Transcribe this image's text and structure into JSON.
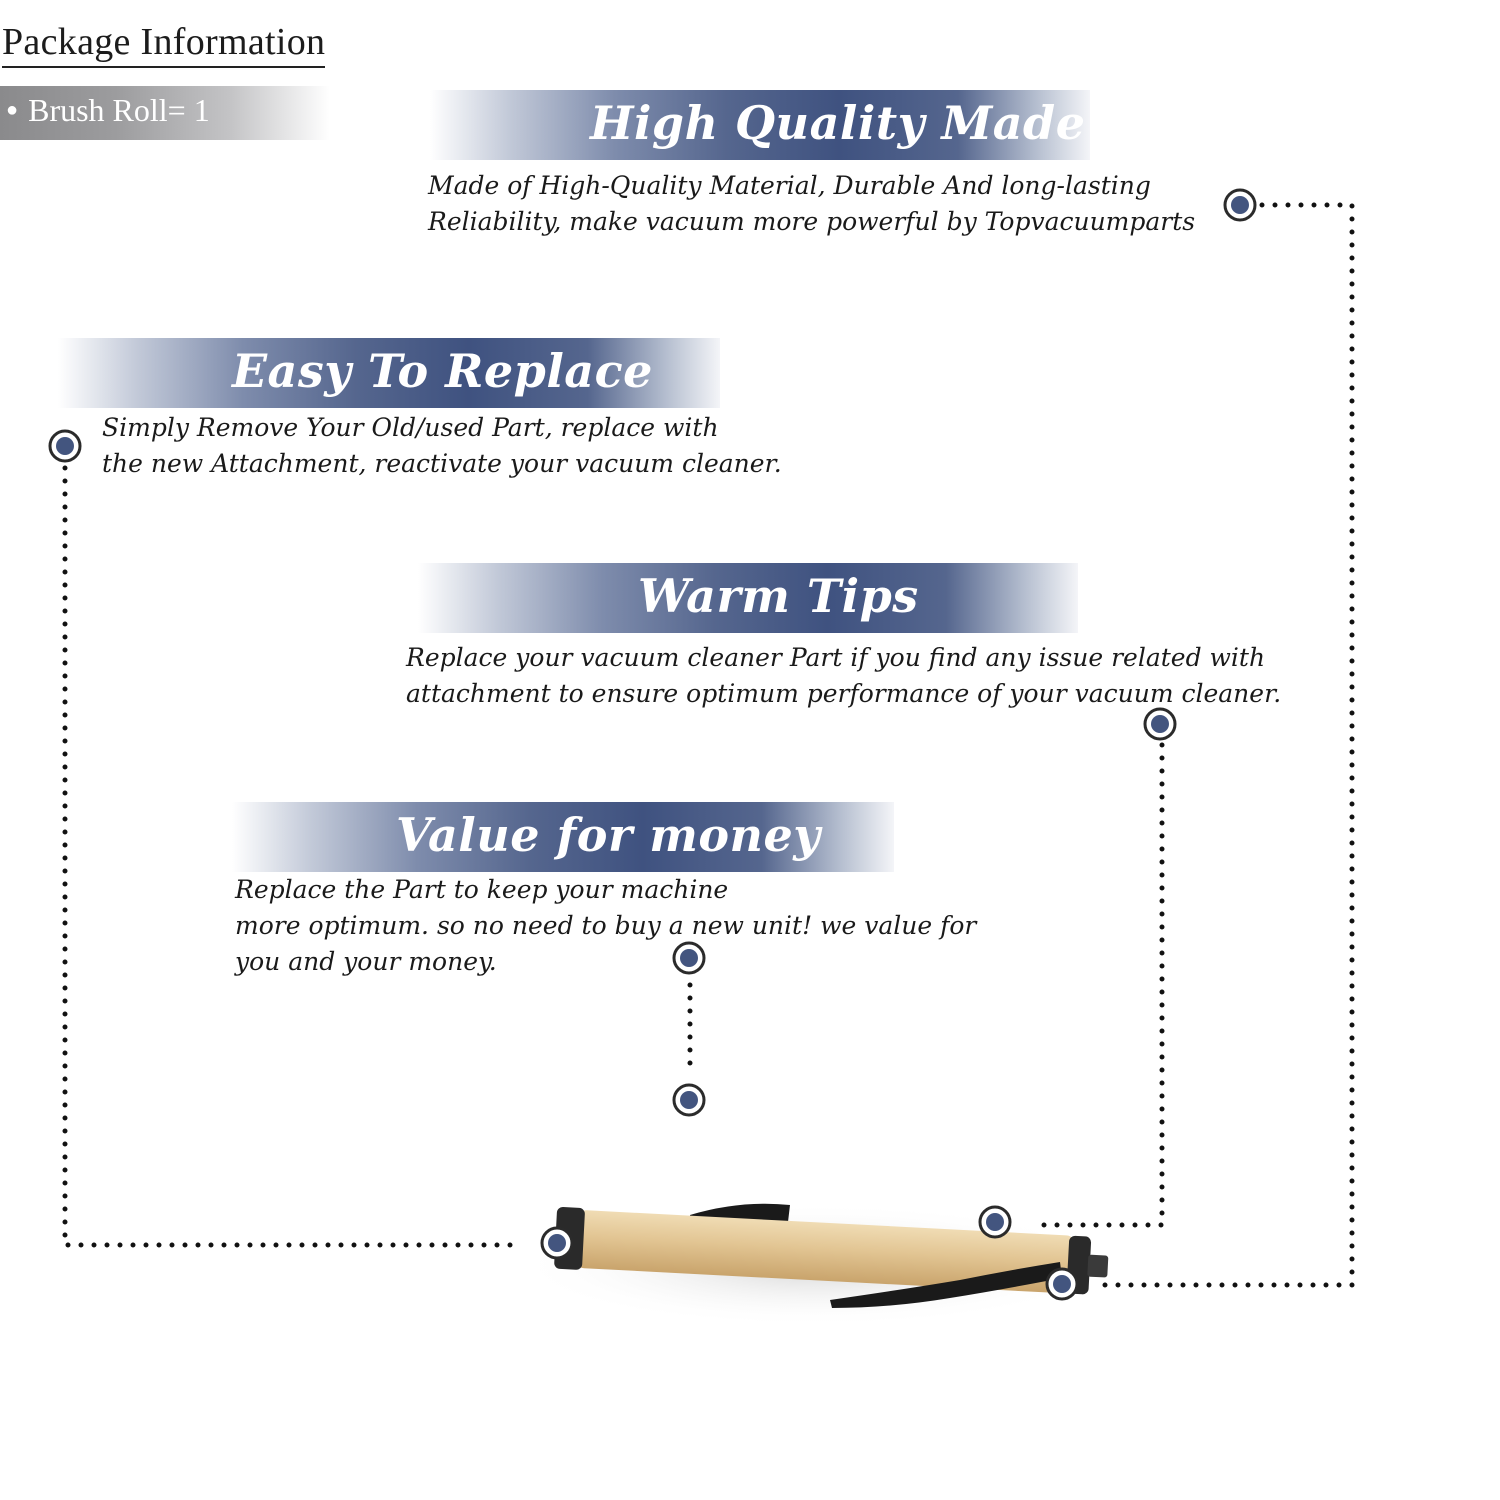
{
  "package": {
    "title": "Package Information",
    "item": "Brush Roll= 1"
  },
  "features": [
    {
      "title": "High Quality Made",
      "lines": [
        "Made of  High-Quality Material, Durable And long-lasting",
        "Reliability, make vacuum more powerful by Topvacuumparts"
      ]
    },
    {
      "title": "Easy To Replace",
      "lines": [
        "Simply Remove Your Old/used Part, replace with",
        "the new Attachment, reactivate your vacuum cleaner."
      ]
    },
    {
      "title": "Warm Tips",
      "lines": [
        "Replace your vacuum cleaner Part if you find any issue related with",
        " attachment to ensure optimum performance of your vacuum cleaner."
      ]
    },
    {
      "title": "Value for money",
      "lines": [
        "Replace the Part to keep your machine",
        "more optimum. so no need to buy a new unit! we value for",
        "you and your money."
      ]
    }
  ],
  "colors": {
    "banner_dark": "#3f5280",
    "marker_fill": "#43557f",
    "dots": "#111111",
    "wood": "#e2c593",
    "bristle": "#1a1a1a"
  },
  "icons": {
    "marker": "target-marker-icon",
    "bullet": "bullet-dot-icon"
  }
}
